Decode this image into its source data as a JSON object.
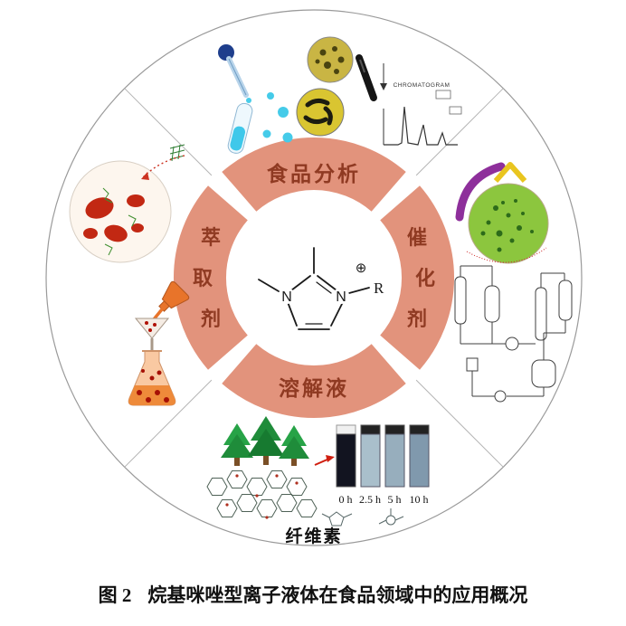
{
  "figure": {
    "caption_label": "图 2",
    "caption_title": "烷基咪唑型离子液体在食品领域中的应用概况"
  },
  "ring": {
    "color": "#E2937C",
    "label_color": "#8F3A22",
    "top_label": "食品分析",
    "left_label": "萃取剂",
    "right_label": "催化剂",
    "bottom_label": "溶解液"
  },
  "molecule": {
    "atom_left": "N",
    "atom_right": "N",
    "substituent": "R",
    "charge": "⊕"
  },
  "sectors": {
    "top": {
      "chromatogram_label": "CHROMATOGRAM"
    },
    "bottom": {
      "label": "纤维素",
      "cuvette_times": [
        "0 h",
        "2.5 h",
        "5 h",
        "10 h"
      ]
    }
  }
}
